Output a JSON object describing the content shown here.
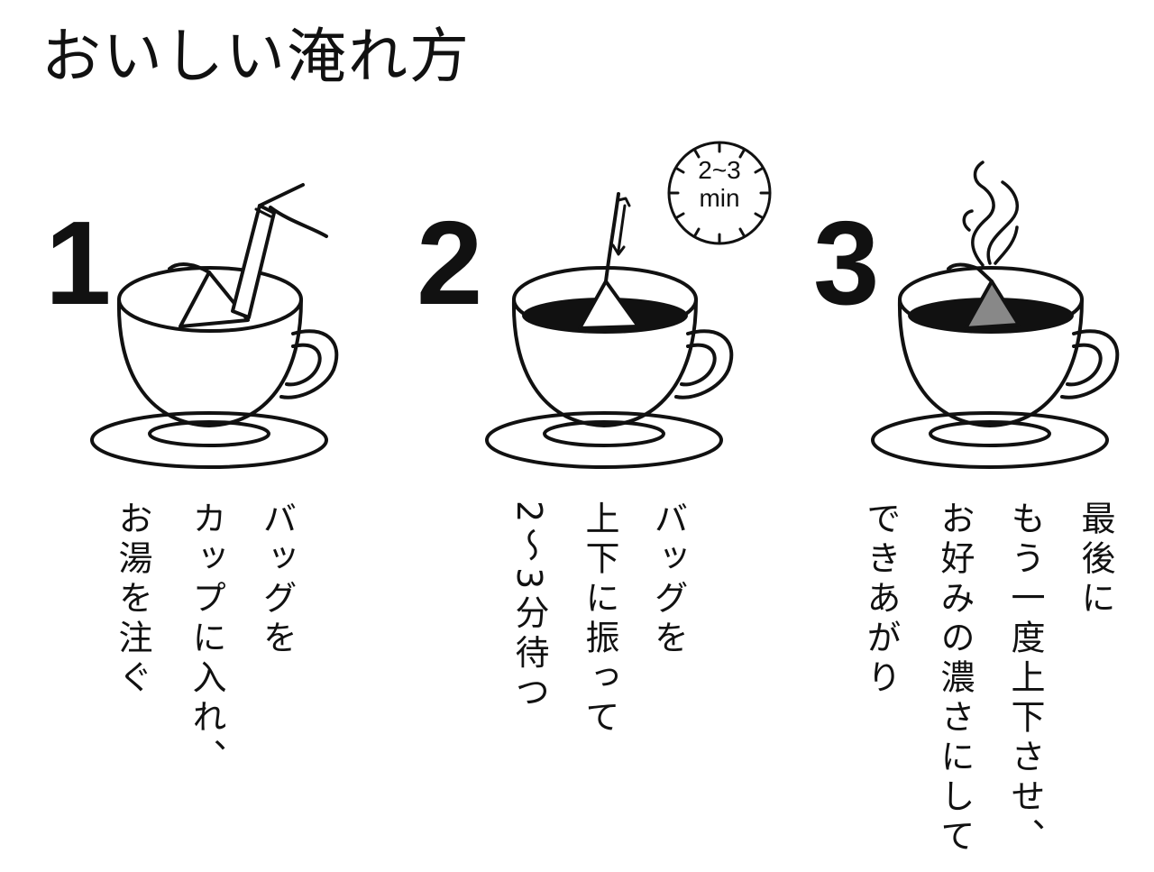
{
  "title": "おいしい淹れ方",
  "steps": [
    {
      "number": "1",
      "lines": [
        "バッグを",
        "カップに入れ、",
        "お湯を注ぐ"
      ]
    },
    {
      "number": "2",
      "lines": [
        "バッグを",
        "上下に振って",
        "2〜3分待つ"
      ],
      "timer": {
        "top": "2~3",
        "bottom": "min"
      }
    },
    {
      "number": "3",
      "lines": [
        "最後に",
        "もう一度上下させ、",
        "お好みの濃さにして",
        "できあがり"
      ]
    }
  ],
  "colors": {
    "ink": "#111111",
    "coffee": "#111111",
    "bag_steeped": "#888888"
  }
}
